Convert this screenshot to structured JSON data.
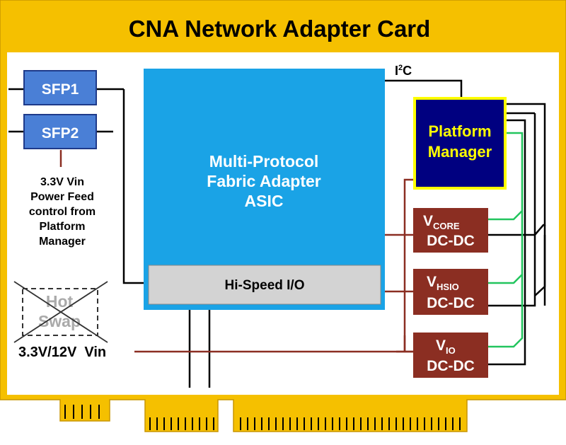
{
  "title": "CNA Network Adapter Card",
  "sfp1": "SFP1",
  "sfp2": "SFP2",
  "power_feed_note": [
    "3.3V Vin",
    "Power Feed",
    "control from",
    "Platform",
    "Manager"
  ],
  "asic": [
    "Multi-Protocol",
    "Fabric Adapter",
    "ASIC"
  ],
  "hi_speed_io": "Hi-Speed I/O",
  "i2c": {
    "base": "I",
    "sup": "2",
    "tail": "C"
  },
  "platform_manager": [
    "Platform",
    "Manager"
  ],
  "vcore": {
    "v": "V",
    "sub": "CORE",
    "dcdc": "DC-DC"
  },
  "vhsio": {
    "v": "V",
    "sub": "HSIO",
    "dcdc": "DC-DC"
  },
  "vio": {
    "v": "V",
    "sub": "IO",
    "dcdc": "DC-DC"
  },
  "hot_swap": [
    "Hot",
    "Swap"
  ],
  "vin_label": "3.3V/12V  Vin",
  "colors": {
    "board": "#f5c000",
    "asic": "#1aa3e6",
    "sfp": "#4a7fd6",
    "platform_manager": "#000080",
    "pm_border": "#ffff00",
    "pm_text": "#ffff00",
    "dcdc": "#8b2e22",
    "hsio": "#d3d3d3",
    "power_line": "#8b2e22",
    "green_line": "#22c55e"
  }
}
